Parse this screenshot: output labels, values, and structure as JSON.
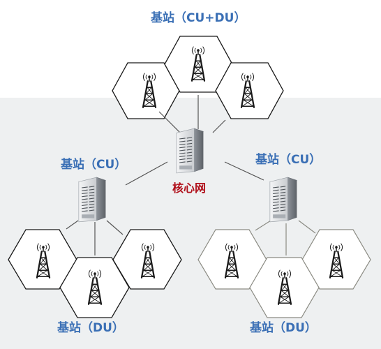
{
  "labels": {
    "top": "基站（CU+DU）",
    "left_cu": "基站（CU）",
    "right_cu": "基站（CU）",
    "core": "核心网",
    "bottom_left": "基站（DU）",
    "bottom_right": "基站（DU）"
  },
  "colors": {
    "label": "#3a6fb5",
    "core": "#b00f1a",
    "hex_dark": "#1a1a1a",
    "hex_light": "#8a8a82",
    "link": "#555555",
    "backdrop": "#eef0f1"
  },
  "icons": {
    "tower": "radio-tower-icon",
    "server": "server-icon"
  }
}
